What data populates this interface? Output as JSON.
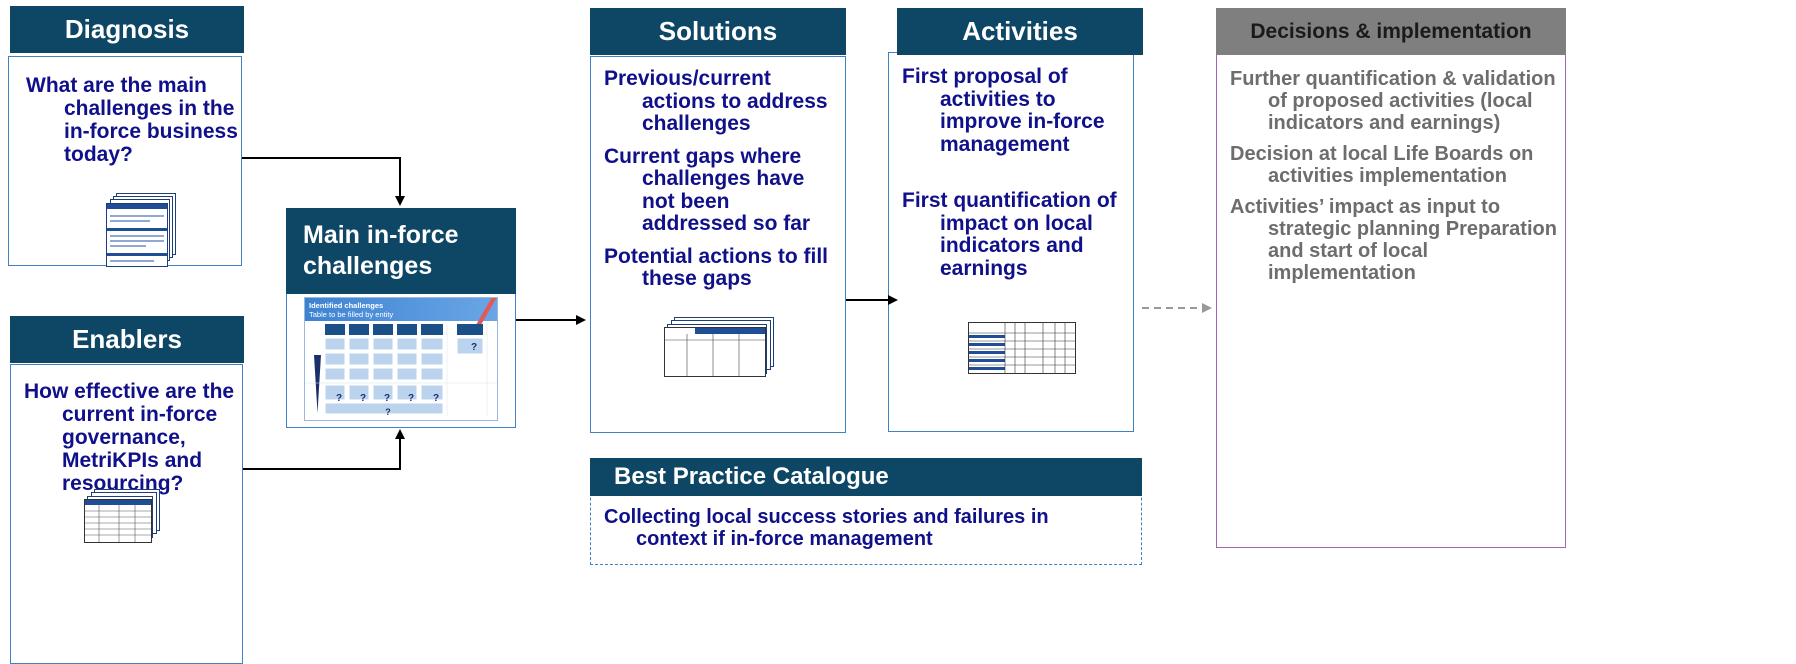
{
  "diagnosis": {
    "title": "Diagnosis",
    "lines": [
      "What are the main challenges in the in-force business today?"
    ]
  },
  "enablers": {
    "title": "Enablers",
    "lines": [
      "How effective are the current in-force governance, MetriKPIs and resourcing?"
    ]
  },
  "main_challenges": {
    "title": "Main in-force challenges",
    "thumb_title": "Identified challenges",
    "thumb_subtitle": "Table to be filled by entity",
    "question_mark": "?"
  },
  "solutions": {
    "title": "Solutions",
    "items": [
      "Previous/current actions to address challenges",
      "Current gaps where challenges have not been addressed so far",
      "Potential actions to fill these gaps"
    ]
  },
  "activities": {
    "title": "Activities",
    "items": [
      "First proposal of activities to improve in-force management",
      "First quantification of impact on local indicators and earnings"
    ]
  },
  "decisions": {
    "title": "Decisions & implementation",
    "items": [
      "Further quantification & validation of proposed activities (local indicators and earnings)",
      "Decision at local Life Boards on activities implementation",
      "Activities’ impact as input to strategic planning Preparation and start of local implementation"
    ]
  },
  "best_practice": {
    "title": "Best Practice Catalogue",
    "text": "Collecting local success stories and failures in context if in-force management"
  },
  "colors": {
    "header": "#0e4665",
    "navy_text": "#10108a",
    "box_border": "#3f83c6",
    "decisions_border": "#a065b4",
    "decisions_header": "#7f7f7f",
    "gray_text": "#6d6d6d"
  }
}
